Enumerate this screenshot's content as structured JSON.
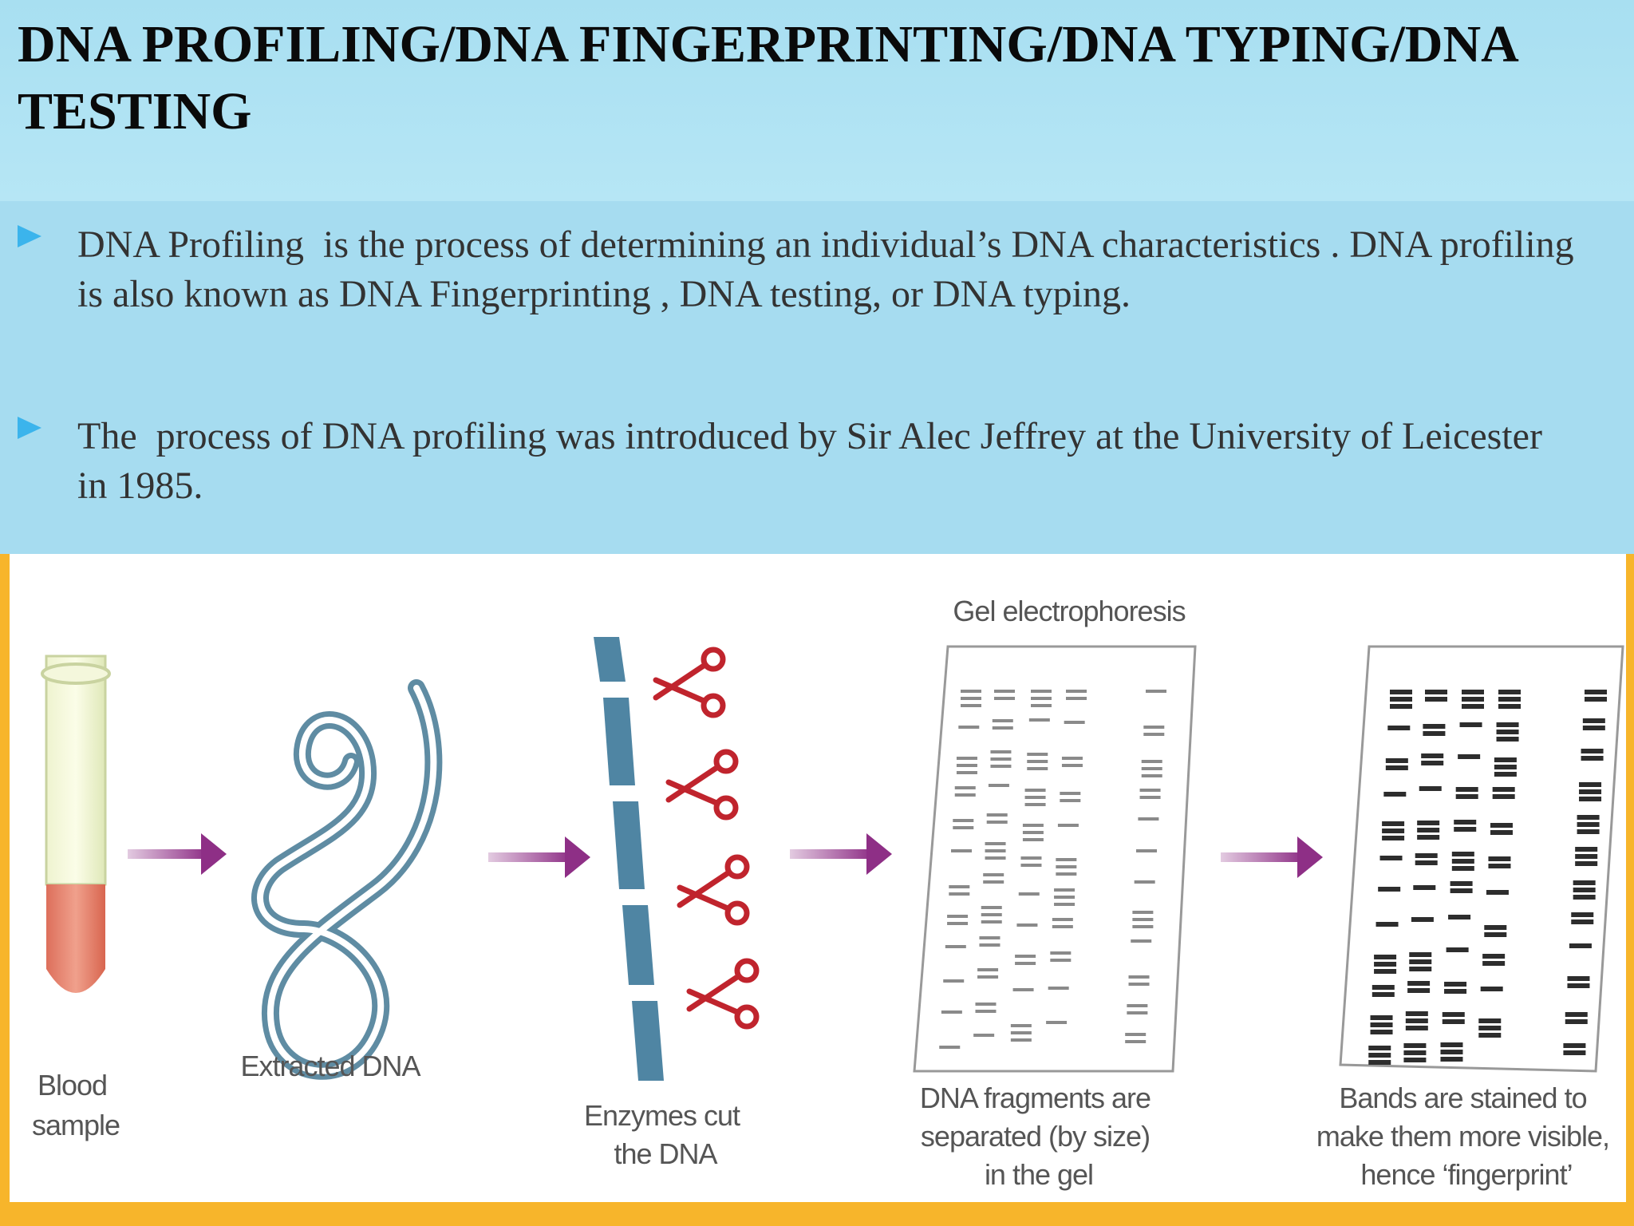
{
  "slide": {
    "title": "DNA PROFILING/DNA FINGERPRINTING/DNA TYPING/DNA TESTING",
    "bullets": [
      "DNA Profiling  is the process of determining an individual’s DNA characteristics . DNA profiling  is also known as DNA Fingerprinting , DNA testing, or DNA typing.",
      "The  process of DNA profiling was introduced by Sir Alec Jeffrey at the University of Leicester in 1985."
    ]
  },
  "figure": {
    "gel_heading": "Gel electrophoresis",
    "labels": {
      "blood_sample": [
        "Blood",
        "sample"
      ],
      "extracted_dna": "Extracted DNA",
      "enzymes": [
        "Enzymes cut",
        "the DNA"
      ],
      "fragments": [
        "DNA fragments are",
        "separated (by size)",
        "in the gel"
      ],
      "bands": [
        "Bands are stained to",
        "make them more visible,",
        "hence ‘fingerprint’"
      ]
    }
  },
  "colors": {
    "title_band": "#a8dff1",
    "content_band": "#a6dcf0",
    "bullet": "#3bb4ec",
    "figure_border": "#f7b52b",
    "arrow": "#8e2f86",
    "dna": "#6b96ad",
    "scissors": "#c0242d",
    "blood": "#e27a66"
  },
  "icons": {
    "bullet": "triangle-bullet-icon",
    "step_arrow": "right-arrow-icon",
    "scissors": "scissors-icon"
  }
}
